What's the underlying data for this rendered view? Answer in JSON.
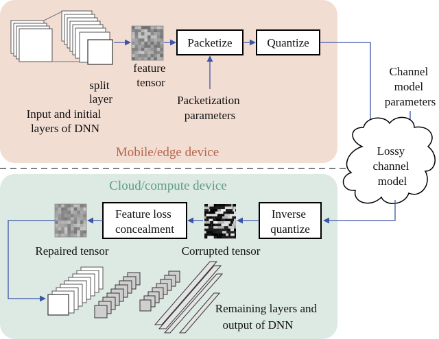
{
  "colors": {
    "mobile_bg": "#f2ddd3",
    "cloud_bg": "#dde9e3",
    "mobile_title": "#b5654a",
    "cloud_title": "#5f9c85",
    "arrow": "#3b55a8",
    "box_stroke": "#000000"
  },
  "mobile": {
    "title": "Mobile/edge device",
    "split_layer": [
      "split",
      "layer"
    ],
    "input_layers": [
      "Input and initial",
      "layers of DNN"
    ],
    "feature_tensor": [
      "feature",
      "tensor"
    ],
    "packetize": "Packetize",
    "quantize": "Quantize",
    "packetization_params": [
      "Packetization",
      "parameters"
    ]
  },
  "channel": {
    "model_params": [
      "Channel",
      "model",
      "parameters"
    ],
    "lossy_channel": [
      "Lossy",
      "channel",
      "model"
    ]
  },
  "cloud": {
    "title": "Cloud/compute device",
    "inverse_quantize": [
      "Inverse",
      "quantize"
    ],
    "corrupted_tensor": "Corrupted tensor",
    "feature_loss_concealment": [
      "Feature loss",
      "concealment"
    ],
    "repaired_tensor": "Repaired tensor",
    "remaining_layers": [
      "Remaining layers and",
      "output of DNN"
    ]
  }
}
